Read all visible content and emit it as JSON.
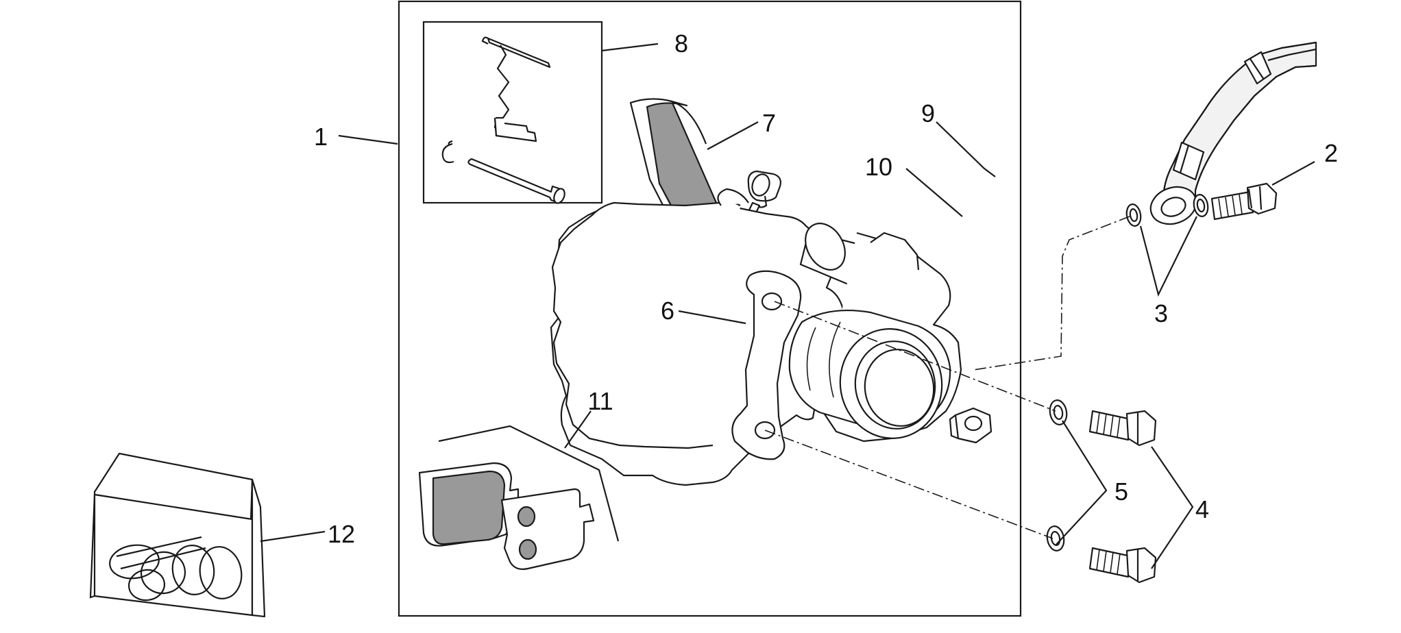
{
  "callouts": {
    "c1": "1",
    "c2": "2",
    "c3": "3",
    "c4": "4",
    "c5": "5",
    "c6": "6",
    "c7": "7",
    "c8": "8",
    "c9": "9",
    "c10": "10",
    "c11": "11",
    "c12": "12"
  },
  "colors": {
    "ink": "#1a1a1a",
    "pad_fill": "#999999",
    "part_fill": "#ffffff",
    "hose_fill": "#f2f2f2"
  }
}
